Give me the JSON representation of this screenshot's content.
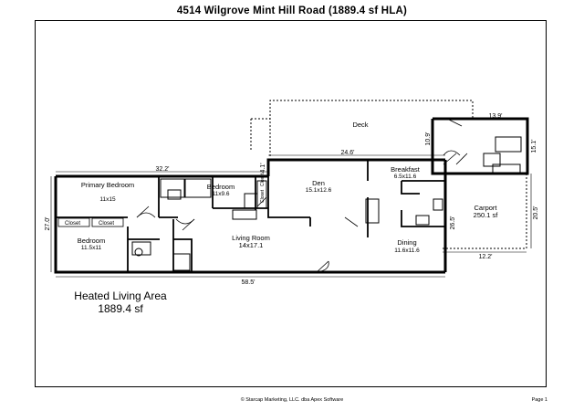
{
  "title": "4514 Wilgrove Mint Hill Road (1889.4 sf HLA)",
  "rooms": {
    "deck": {
      "name": "Deck"
    },
    "primary_bedroom": {
      "name": "Primary Bedroom",
      "size": "11x15"
    },
    "bedroom_mid": {
      "name": "Bedroom",
      "size": "11x9.6"
    },
    "bedroom_left": {
      "name": "Bedroom",
      "size": "11.5x11"
    },
    "living_room": {
      "name": "Living Room",
      "size": "14x17.1"
    },
    "den": {
      "name": "Den",
      "size": "15.1x12.6"
    },
    "breakfast": {
      "name": "Breakfast",
      "size": "6.5x11.6"
    },
    "dining": {
      "name": "Dining",
      "size": "11.6x11.6"
    },
    "carport": {
      "name": "Carport",
      "size": "250.1 sf"
    }
  },
  "closets": {
    "closet_left": "Closet",
    "closet_right": "Closet",
    "closet_v1": "Closet",
    "closet_v2": "Closet"
  },
  "dimensions": {
    "top_bedrooms": "32.2'",
    "left_height": "27.0'",
    "bottom_overall": "58.5'",
    "den_top": "24.6'",
    "den_step": "4.1'",
    "deck_right": "13.9'",
    "deck_height": "10.9'",
    "laundry": "15.1'",
    "carport_width": "12.2'",
    "carport_depth": "20.5'",
    "dining_side": "26.5'"
  },
  "heated": {
    "label": "Heated Living Area",
    "value": "1889.4 sf"
  },
  "footer": {
    "copyright": "© Starcap Marketing, LLC. dba Apex Software",
    "page": "Page 1"
  }
}
